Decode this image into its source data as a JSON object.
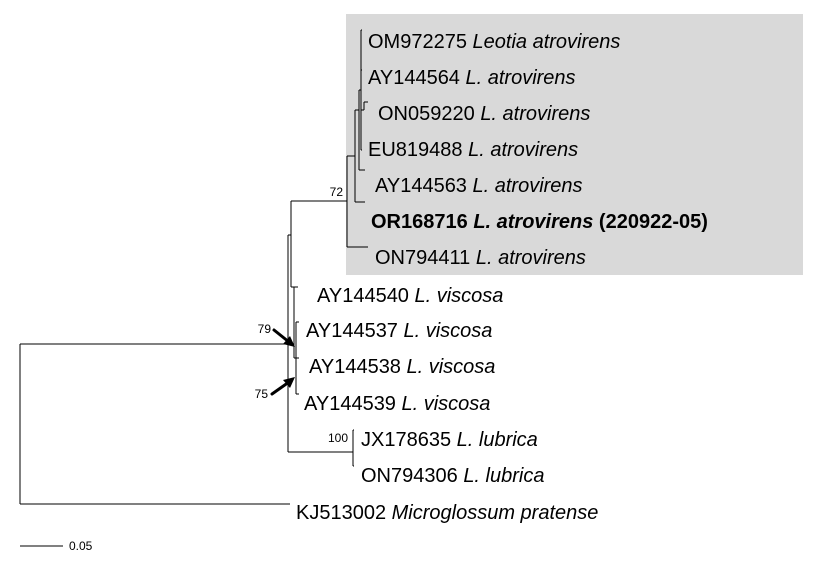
{
  "colors": {
    "clade_highlight": "#d9d9d9",
    "branch": "#000000",
    "text": "#000000"
  },
  "taxa": [
    {
      "accession": "OM972275",
      "species": "Leotia atrovirens",
      "note": ""
    },
    {
      "accession": "AY144564",
      "species": "L. atrovirens",
      "note": ""
    },
    {
      "accession": "ON059220",
      "species": "L. atrovirens",
      "note": ""
    },
    {
      "accession": "EU819488",
      "species": "L. atrovirens",
      "note": ""
    },
    {
      "accession": "AY144563",
      "species": "L. atrovirens",
      "note": ""
    },
    {
      "accession": "OR168716",
      "species": "L. atrovirens",
      "note": "(220922-05)"
    },
    {
      "accession": "ON794411",
      "species": "L. atrovirens",
      "note": ""
    },
    {
      "accession": "AY144540",
      "species": "L. viscosa",
      "note": ""
    },
    {
      "accession": "AY144537",
      "species": "L. viscosa",
      "note": ""
    },
    {
      "accession": "AY144538",
      "species": "L. viscosa",
      "note": ""
    },
    {
      "accession": "AY144539",
      "species": "L. viscosa",
      "note": ""
    },
    {
      "accession": "JX178635",
      "species": "L. lubrica",
      "note": ""
    },
    {
      "accession": "ON794306",
      "species": "L. lubrica",
      "note": ""
    },
    {
      "accession": "KJ513002",
      "species": "Microglossum pratense",
      "note": ""
    }
  ],
  "bootstrap": [
    {
      "value": "72"
    },
    {
      "value": "79"
    },
    {
      "value": "75"
    },
    {
      "value": "100"
    }
  ],
  "scale_bar": {
    "label": "0.05"
  }
}
